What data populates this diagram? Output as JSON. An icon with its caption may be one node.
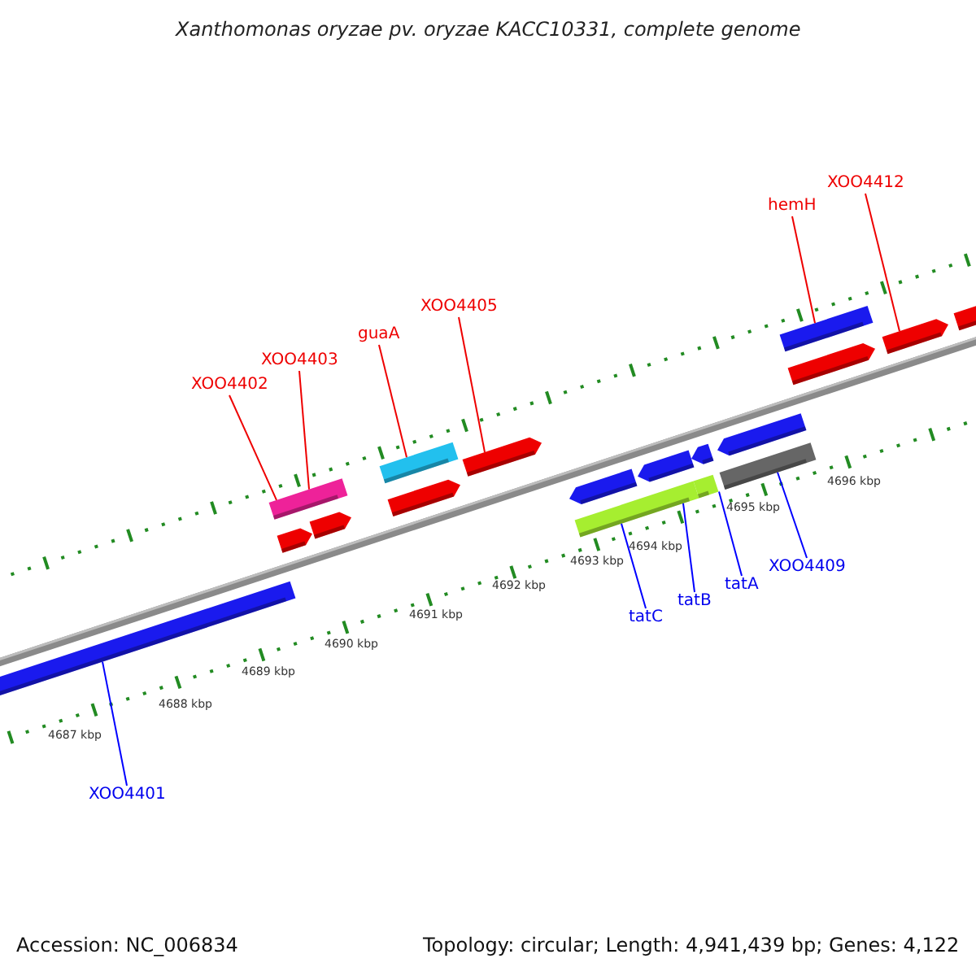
{
  "diagram": {
    "title": "Xanthomonas oryzae pv. oryzae KACC10331, complete genome",
    "nodes": [
      {
        "text": [
          "XOO4412"
        ]
      },
      {
        "text": [
          "hemH"
        ]
      },
      {
        "text": [
          "XOO4405"
        ]
      },
      {
        "text": [
          "guaA"
        ]
      },
      {
        "text": [
          "XOO4403"
        ]
      },
      {
        "text": [
          "XOO4402"
        ]
      },
      {
        "text": [
          "XOO4409"
        ]
      },
      {
        "text": [
          "tatA"
        ]
      },
      {
        "text": [
          "tatB"
        ]
      },
      {
        "text": [
          "tatC"
        ]
      },
      {
        "text": [
          "XOO4401"
        ]
      },
      {
        "text": [],
        "shape": "bar"
      },
      {
        "text": [],
        "shape": "bar"
      },
      {
        "text": [],
        "shape": "arrow"
      },
      {
        "text": [],
        "shape": "arrow"
      },
      {
        "text": [],
        "shape": "bar"
      },
      {
        "text": [],
        "shape": "arrow"
      },
      {
        "text": [],
        "shape": "arrow"
      },
      {
        "text": [],
        "shape": "arrow"
      },
      {
        "text": [],
        "shape": "bar"
      },
      {
        "text": [],
        "shape": "arrow"
      },
      {
        "text": [],
        "shape": "arrow"
      },
      {
        "text": [],
        "shape": "bar"
      },
      {
        "text": [],
        "shape": "arrow"
      },
      {
        "text": [],
        "shape": "bar"
      },
      {
        "text": [],
        "shape": "bar"
      },
      {
        "text": [],
        "shape": "arrow"
      },
      {
        "text": [],
        "shape": "arrow"
      },
      {
        "text": [],
        "shape": "arrow"
      }
    ],
    "edges": [
      {
        "from": 0,
        "to": 27,
        "arrow": "none"
      },
      {
        "from": 1,
        "to": 25,
        "arrow": "none"
      },
      {
        "from": 2,
        "to": 17,
        "arrow": "none"
      },
      {
        "from": 3,
        "to": 15,
        "arrow": "none"
      },
      {
        "from": 4,
        "to": 12,
        "arrow": "none"
      },
      {
        "from": 5,
        "to": 12,
        "arrow": "none"
      },
      {
        "from": 6,
        "to": 24,
        "arrow": "none",
        "color": "#0000ff"
      },
      {
        "from": 7,
        "to": 22,
        "arrow": "none",
        "color": "#0000ff"
      },
      {
        "from": 8,
        "to": 19,
        "arrow": "none",
        "color": "#0000ff"
      },
      {
        "from": 9,
        "to": 19,
        "arrow": "none",
        "color": "#0000ff"
      },
      {
        "from": 10,
        "to": 11,
        "arrow": "none",
        "color": "#0000ff"
      }
    ],
    "labels": [
      "4696 kbp",
      "4695 kbp",
      "4694 kbp",
      "4693 kbp",
      "4692 kbp",
      "4691 kbp",
      "4690 kbp",
      "4689 kbp",
      "4688 kbp",
      "4687 kbp",
      "Accession: NC_006834",
      "Topology: circular; Length: 4,941,439 bp; Genes: 4,122"
    ]
  }
}
